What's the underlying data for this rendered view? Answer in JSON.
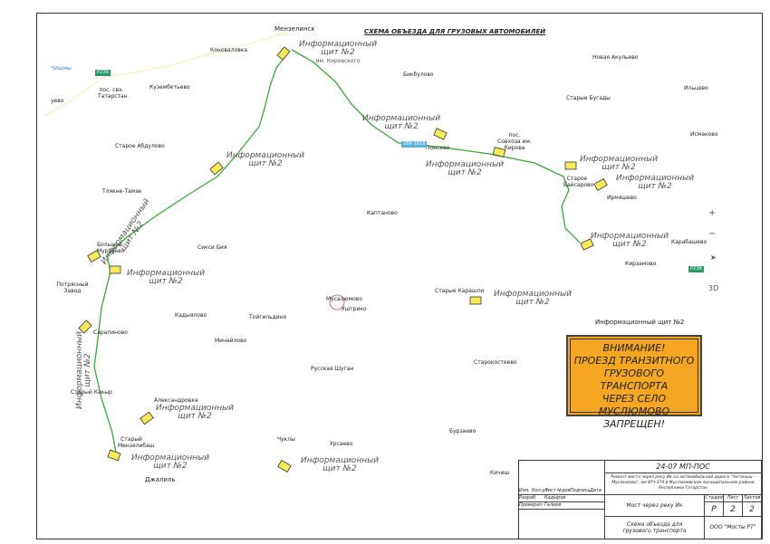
{
  "title": "СХЕМА ОБЪЕЗДА ДЛЯ ГРУЗОВЫХ АВТОМОБИЛЕЙ",
  "places": [
    "Мензелинск",
    "Коноваловка",
    "Кузембетьево",
    "пос. свх. Татарстан",
    "Бикбулово",
    "Новая Акульево",
    "Ильцево",
    "Старые Бугады",
    "Старое Абдулово",
    "Исмаково",
    "Поисево",
    "пос. Совхоза им. Кирова",
    "Старое Байсарово",
    "Ирмяшево",
    "Тлякне-Тамак",
    "Каптаново",
    "Большое Мурзаево",
    "Сикси Бия",
    "Карабашево",
    "Кирзамово",
    "Потрясный Завод",
    "Старые Карашли",
    "Мусалюмово",
    "Уштрико",
    "Кадыялово",
    "Тойгильдино",
    "Сарапиново",
    "Минайлово",
    "Старокостеево",
    "Русская Шуган",
    "Старый Какыр",
    "Александровка",
    "Бурзаево",
    "Чуклы",
    "Урсаево",
    "Старый Мензелибаш",
    "Джалиль",
    "Кичиш",
    "Чишмы",
    "уево"
  ],
  "road_badges": [
    "Р239",
    "16К-1818",
    "Р239"
  ],
  "info_sign": {
    "line1": "Информационный",
    "line2": "щит №2",
    "single": "Информационный щит №2",
    "kirov": "им. Кировского"
  },
  "warning": {
    "l1": "ВНИМАНИЕ!",
    "l2": "ПРОЕЗД ТРАНЗИТНОГО",
    "l3": "ГРУЗОВОГО ТРАНСПОРТА",
    "l4": "ЧЕРЕЗ СЕЛО МУСЛЮМОВО",
    "l5": "ЗАПРЕЩЕН!"
  },
  "map_controls": {
    "zoom_in": "+",
    "zoom_out": "−",
    "view_3d": "3D"
  },
  "title_block": {
    "code": "24-07 МП-ПОС",
    "project": "Ремонт моста через реку Ик на автомобильной дороге \"Актаныш - Муслюмово\", км 87+374 в Муслюмовском муниципальном районе Республики Татарстан",
    "cols": [
      "Изм.",
      "Кол.уч",
      "Лист",
      "№док",
      "Подпись",
      "Дата"
    ],
    "dev_label": "Разраб.",
    "dev_name": "Кадыров",
    "check_label": "Проверил",
    "check_name": "Галиев",
    "object": "Мост через реку Ик",
    "stage_h": "Стадия",
    "sheet_h": "Лист",
    "sheets_h": "Листов",
    "stage": "Р",
    "sheet": "2",
    "sheets": "2",
    "drawing": "Схема объезда для грузового транспорта",
    "org": "ООО \"Мосты РТ\""
  },
  "colors": {
    "route": "#3aa83a",
    "sign": "#f7ea5a",
    "warning": "#f5a623"
  }
}
